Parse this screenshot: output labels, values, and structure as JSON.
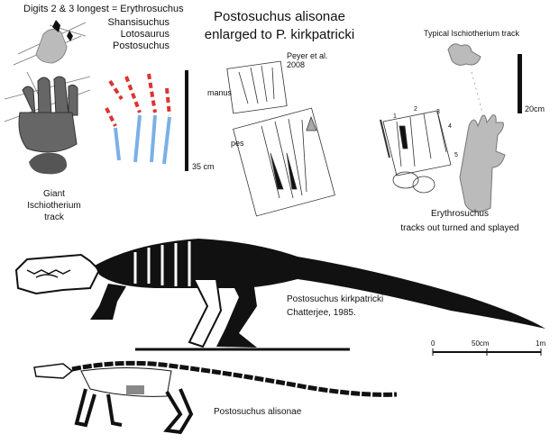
{
  "digits_note": {
    "line1": "Digits 2 & 3  longest = Erythrosuchus",
    "others": [
      "Shansisuchus",
      "Lotosaurus",
      "Postosuchus"
    ]
  },
  "title": {
    "line1": "Postosuchus alisonae",
    "line2": "enlarged to P. kirkpatricki"
  },
  "citation_peyer": {
    "line1": "Peyer et al.",
    "line2": "2008"
  },
  "labels": {
    "manus": "manus",
    "pes": "pes",
    "scale_35": "35 cm",
    "scale_20": "20cm"
  },
  "giant_track": {
    "line1": "Giant",
    "line2": "Ischiotherium",
    "line3": "track"
  },
  "typical_track": "Typical Ischiotherium track",
  "erythrosuchus": {
    "line1": "Erythrosuchus",
    "line2": "tracks out turned and splayed"
  },
  "digit_numbers": [
    "1",
    "2",
    "3",
    "4",
    "5"
  ],
  "kirkpatricki": {
    "line1": "Postosuchus kirkpatricki",
    "line2": "Chatterjee, 1985."
  },
  "scale_bar": {
    "zero": "0",
    "mid": "50cm",
    "end": "1m"
  },
  "alisonae_label": "Postosuchus alisonae",
  "colors": {
    "red": "#e0322f",
    "blue": "#7ab0e8",
    "track_gray": "#a8a8a8",
    "dark_gray": "#555555"
  }
}
